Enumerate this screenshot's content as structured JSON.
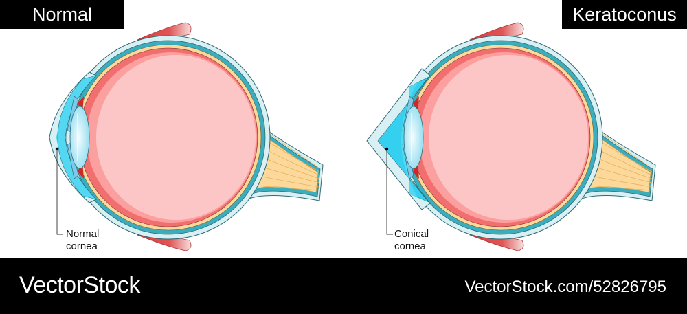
{
  "titles": {
    "left": "Normal",
    "right": "Keratoconus"
  },
  "labels": {
    "normal_cornea": [
      "Normal",
      "cornea"
    ],
    "conical_cornea": [
      "Conical",
      "cornea"
    ]
  },
  "footer": {
    "brand": "VectorStock",
    "url": "VectorStock.com/52826795"
  },
  "colors": {
    "sclera_outer": "#d8f0f4",
    "choroid_teal": "#3aaebf",
    "retina_yellow": "#fcd99a",
    "retina_red": "#f26f6f",
    "vitreous": "#fcc6c6",
    "cornea_blue": "#35d0f0",
    "lens": "#c8eef8",
    "muscle": "#d94848",
    "banner_bg": "#000000",
    "banner_text": "#ffffff"
  }
}
